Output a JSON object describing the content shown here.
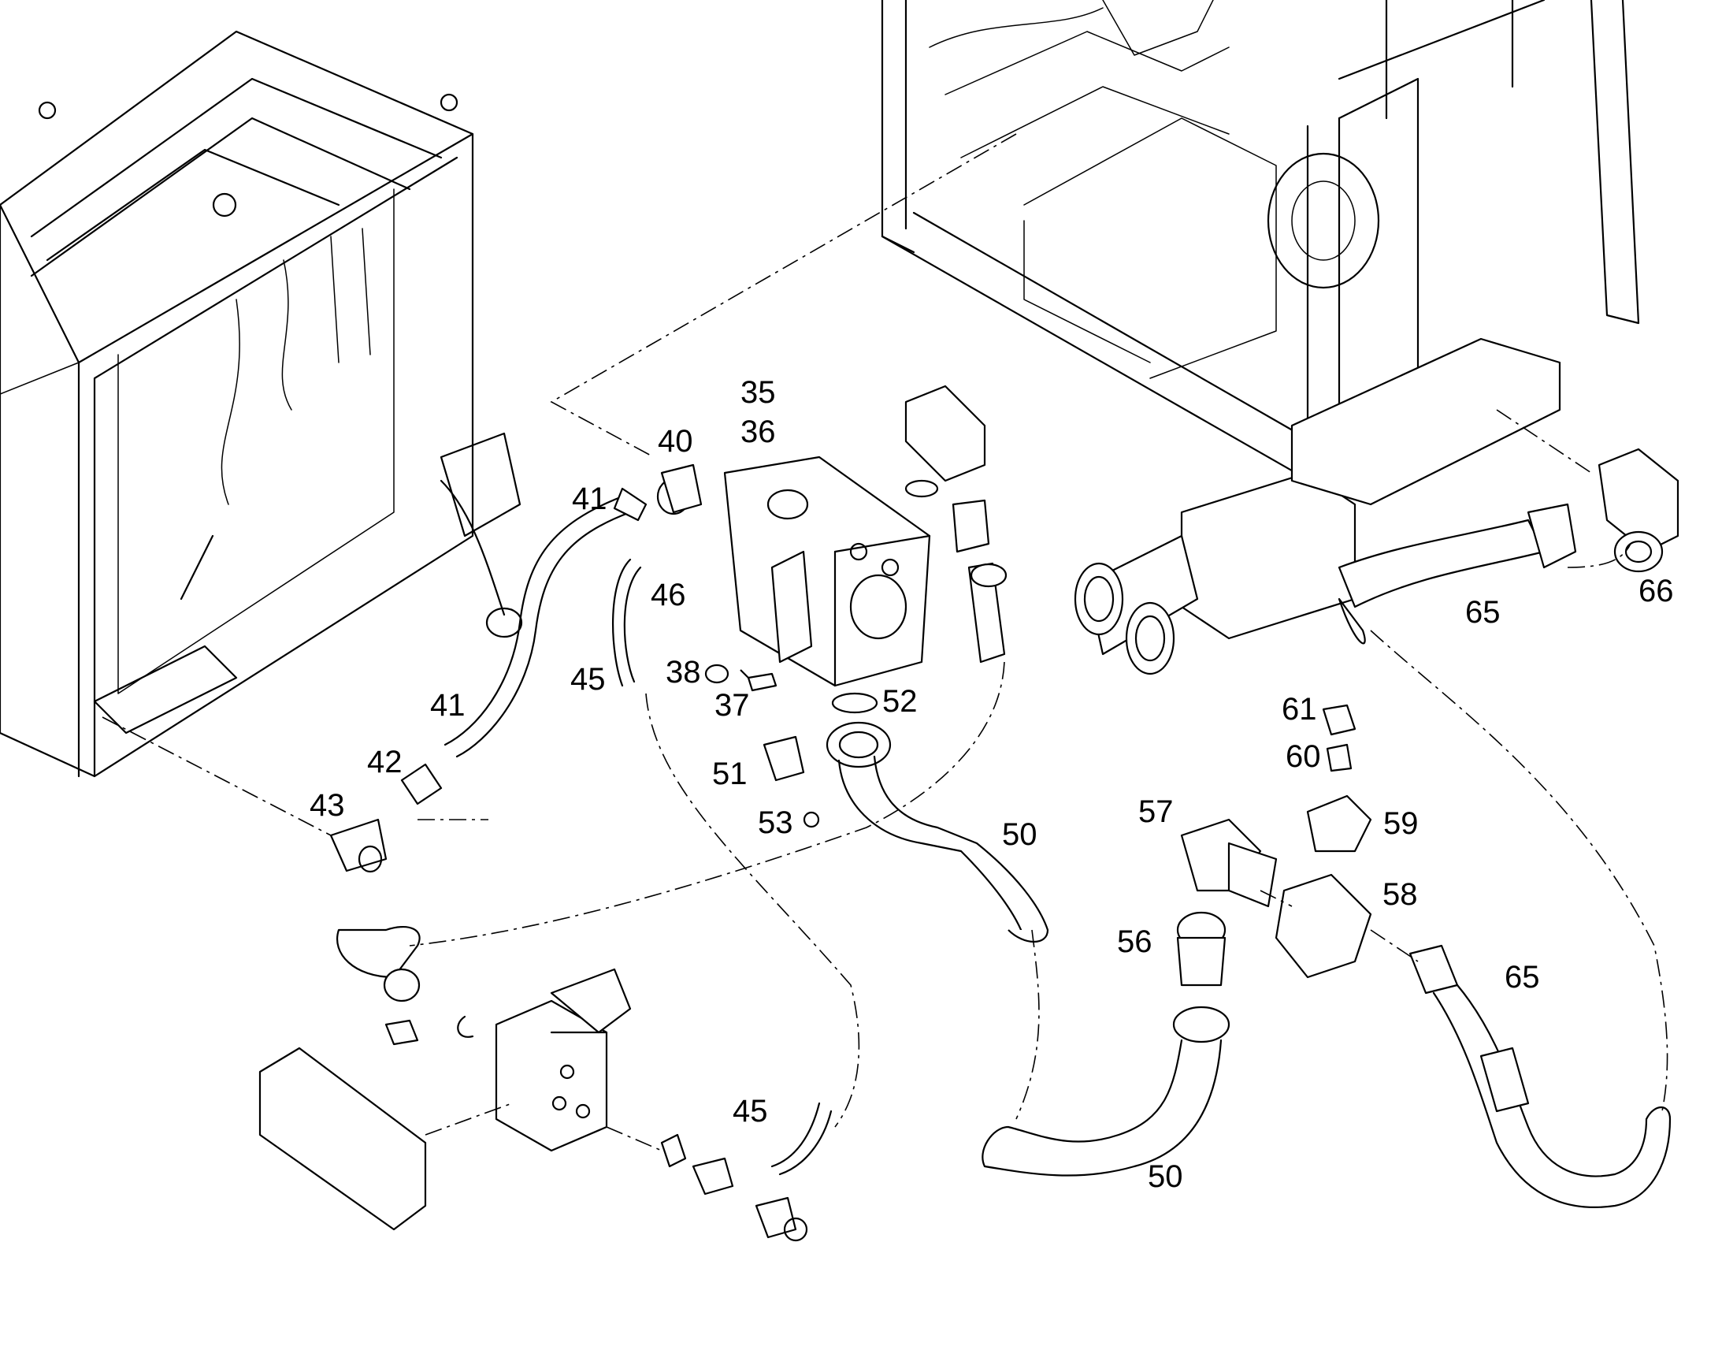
{
  "diagram": {
    "type": "exploded parts drawing",
    "line_color": "#000000",
    "background_color": "#ffffff",
    "callouts": [
      {
        "id": "c35",
        "text": "35"
      },
      {
        "id": "c36",
        "text": "36"
      },
      {
        "id": "c40",
        "text": "40"
      },
      {
        "id": "c41a",
        "text": "41"
      },
      {
        "id": "c41b",
        "text": "41"
      },
      {
        "id": "c42",
        "text": "42"
      },
      {
        "id": "c43",
        "text": "43"
      },
      {
        "id": "c45a",
        "text": "45"
      },
      {
        "id": "c45b",
        "text": "45"
      },
      {
        "id": "c46",
        "text": "46"
      },
      {
        "id": "c38",
        "text": "38"
      },
      {
        "id": "c37",
        "text": "37"
      },
      {
        "id": "c52",
        "text": "52"
      },
      {
        "id": "c51",
        "text": "51"
      },
      {
        "id": "c53",
        "text": "53"
      },
      {
        "id": "c50a",
        "text": "50"
      },
      {
        "id": "c50b",
        "text": "50"
      },
      {
        "id": "c57",
        "text": "57"
      },
      {
        "id": "c56",
        "text": "56"
      },
      {
        "id": "c58",
        "text": "58"
      },
      {
        "id": "c59",
        "text": "59"
      },
      {
        "id": "c60",
        "text": "60"
      },
      {
        "id": "c61",
        "text": "61"
      },
      {
        "id": "c65a",
        "text": "65"
      },
      {
        "id": "c65b",
        "text": "65"
      },
      {
        "id": "c66",
        "text": "66"
      }
    ]
  }
}
